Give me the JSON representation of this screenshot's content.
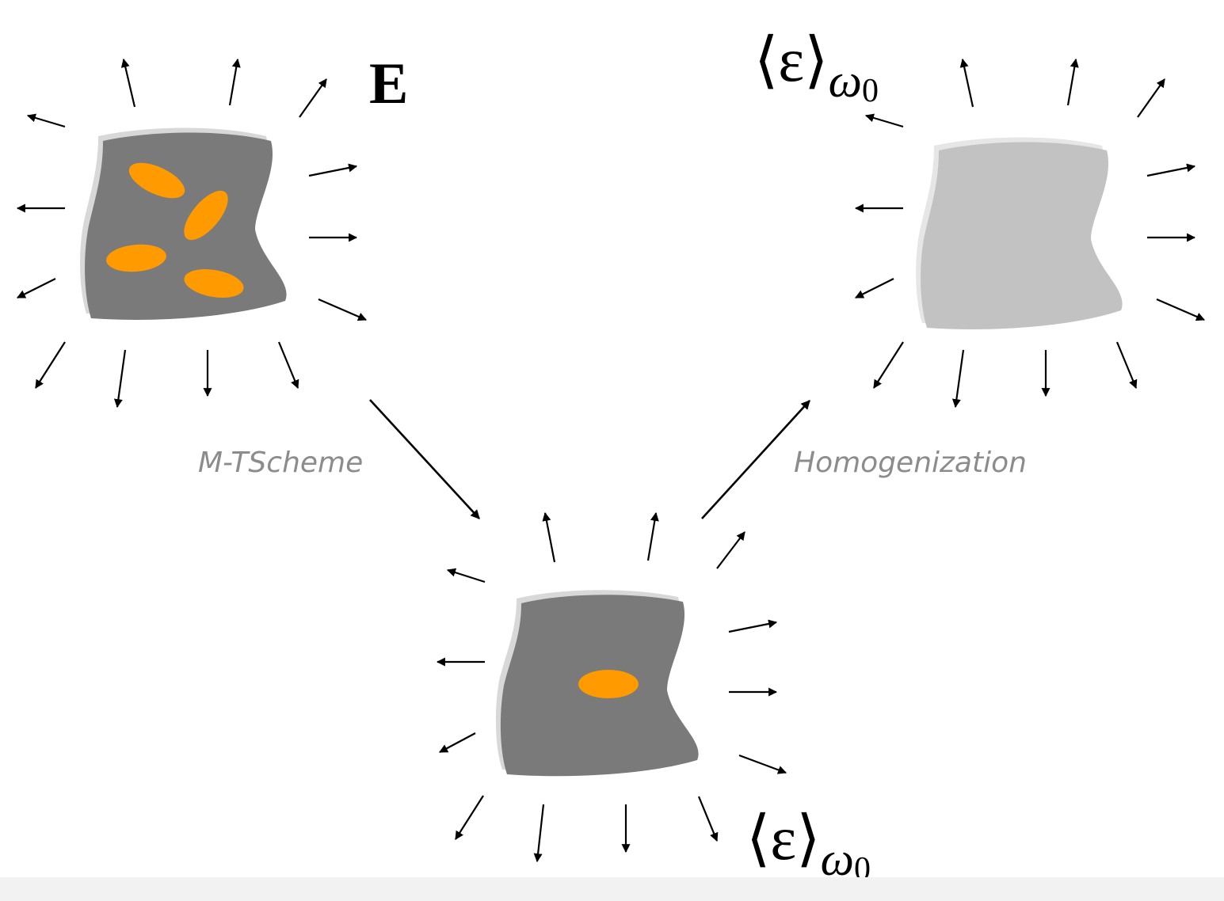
{
  "labels": {
    "applied_field": "E",
    "avg_strain_symbol": "⟨ε⟩",
    "avg_strain_subscript": "ω",
    "avg_strain_subscript_index": "0",
    "left_process": "M-TScheme",
    "right_process": "Homogenization"
  },
  "colors": {
    "matrix": "#7a7a7a",
    "matrix_halo": "#d6d6d6",
    "homogenized": "#c2c2c2",
    "inclusion": "#ff9a00",
    "arrow": "#000000",
    "process_text": "#8c8c8c"
  },
  "blocks": [
    {
      "name": "heterogeneous-composite",
      "fill": "matrix",
      "inclusions": 4
    },
    {
      "name": "single-inclusion-problem",
      "fill": "matrix",
      "inclusions": 1
    },
    {
      "name": "homogenized-medium",
      "fill": "homogenized",
      "inclusions": 0
    }
  ]
}
